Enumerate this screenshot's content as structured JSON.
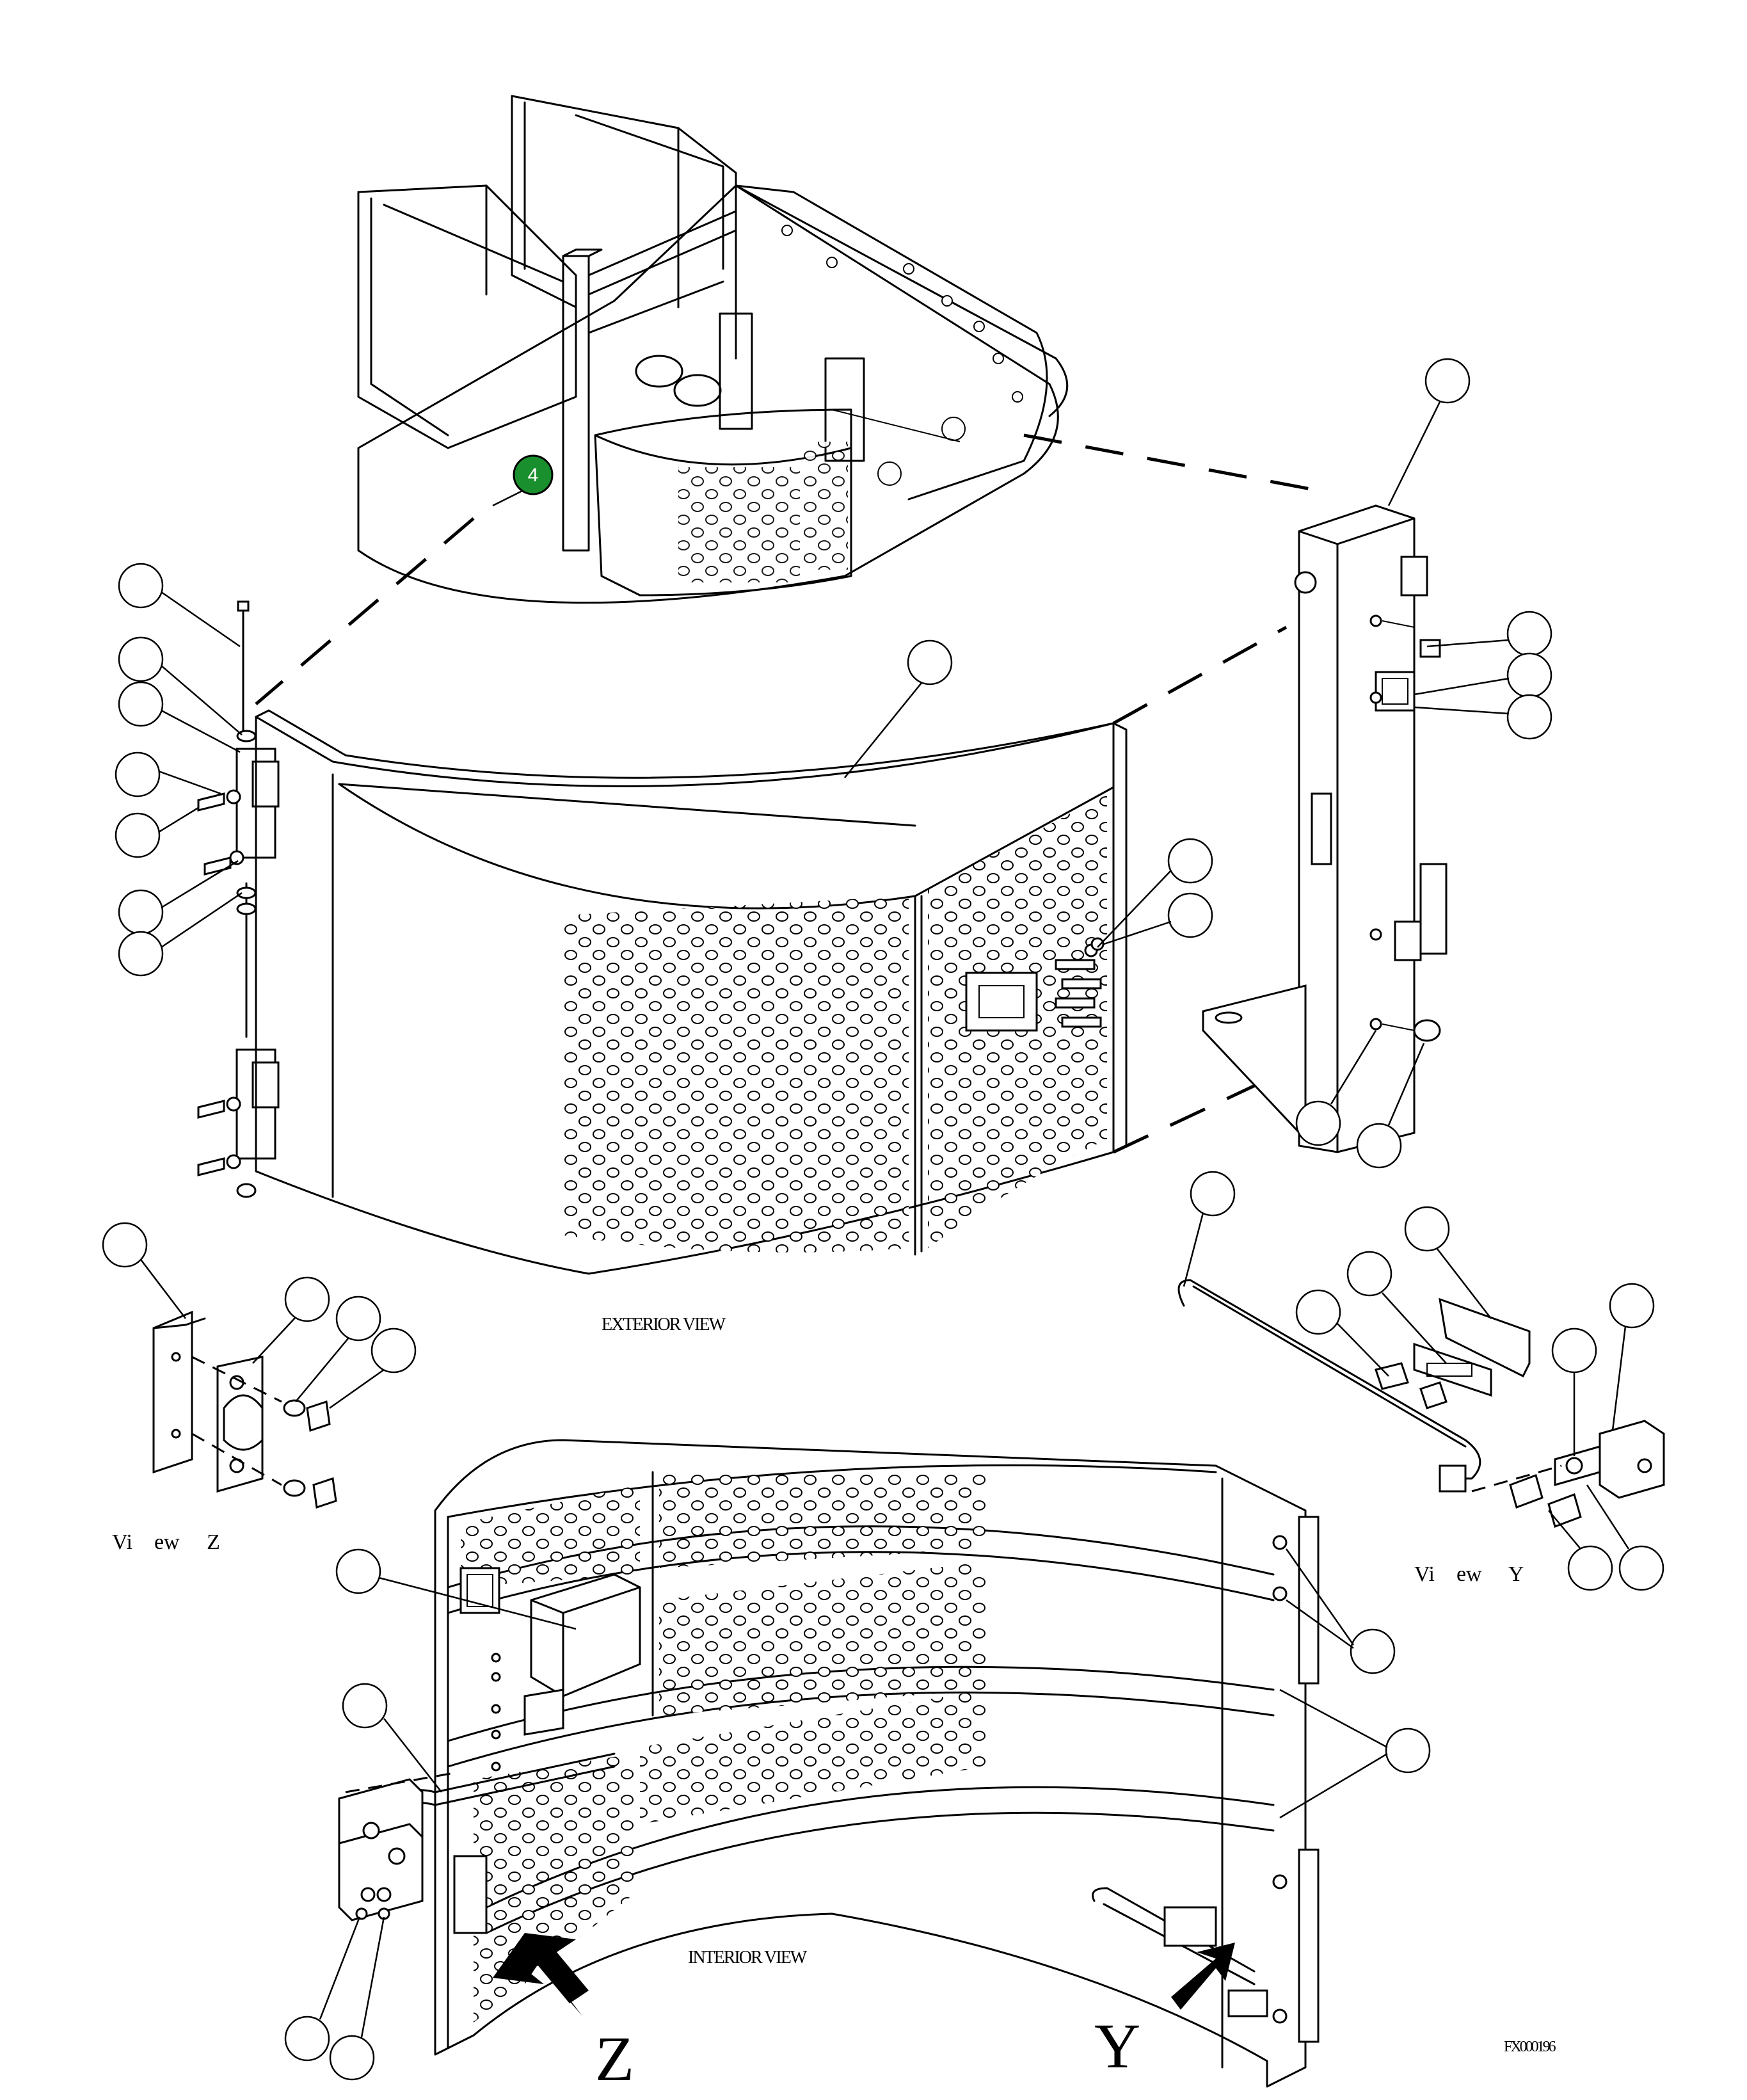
{
  "labels": {
    "exterior_view": "EXTERIOR VIEW",
    "interior_view": "INTERIOR VIEW",
    "view_z": "Vi    ew     Z",
    "view_y": "Vi    ew     Y",
    "arrow_z": "Z",
    "arrow_y": "Y",
    "figure_code": "FX000196"
  },
  "highlight_callout": {
    "number": "4",
    "color": "#1a8f2e"
  },
  "colors": {
    "line": "#000000",
    "background": "#ffffff"
  }
}
